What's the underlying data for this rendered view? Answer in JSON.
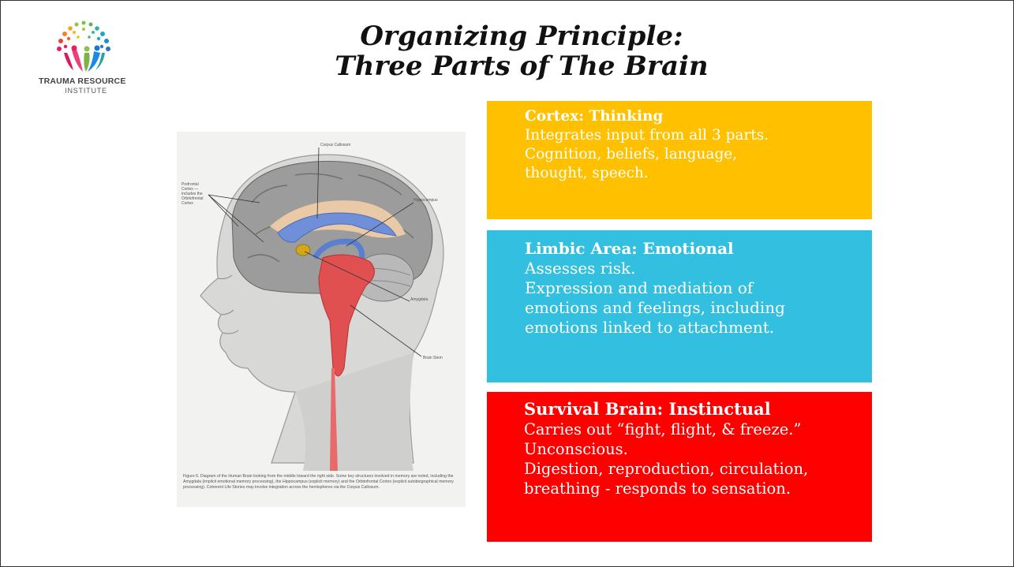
{
  "logo": {
    "line1": "TRAUMA RESOURCE",
    "line2": "INSTITUTE"
  },
  "title": {
    "line1": "Organizing Principle:",
    "line2": "Three Parts of The Brain"
  },
  "figure": {
    "labels": {
      "corpus_callosum": "Corpus Callosum",
      "prefrontal_1": "Prefrontal",
      "prefrontal_2": "Cortex —",
      "prefrontal_3": "includes the",
      "prefrontal_4": "Orbitofrontal",
      "prefrontal_5": "Cortex",
      "hippocampus": "Hippocampus",
      "amygdala": "Amygdala",
      "brain_stem": "Brain Stem"
    },
    "caption": "Figure 6. Diagram of the Human Brain looking from the middle toward the right side. Some key structures involved in memory are noted, including the Amygdala (implicit emotional memory processing), the Hippocampus (explicit memory) and the Orbitofrontal Cortex (explicit autobiographical memory processing). Coherent Life Stories may involve integration across the hemispheres via the Corpus Callosum."
  },
  "boxes": {
    "cortex": {
      "heading": "Cortex: Thinking",
      "lines": [
        "Integrates input from all 3 parts.",
        "Cognition, beliefs, language,",
        "thought, speech."
      ],
      "color": "#ffc000"
    },
    "limbic": {
      "heading": "Limbic Area: Emotional",
      "lines": [
        "Assesses risk.",
        "Expression and mediation of",
        "emotions and feelings, including",
        "emotions linked to attachment."
      ],
      "color": "#33c0e0"
    },
    "survival": {
      "heading": "Survival Brain: Instinctual",
      "lines": [
        "Carries out  “fight, flight, & freeze.”",
        "Unconscious.",
        "Digestion, reproduction, circulation,",
        "breathing - responds to sensation."
      ],
      "color": "#ff0000"
    }
  }
}
